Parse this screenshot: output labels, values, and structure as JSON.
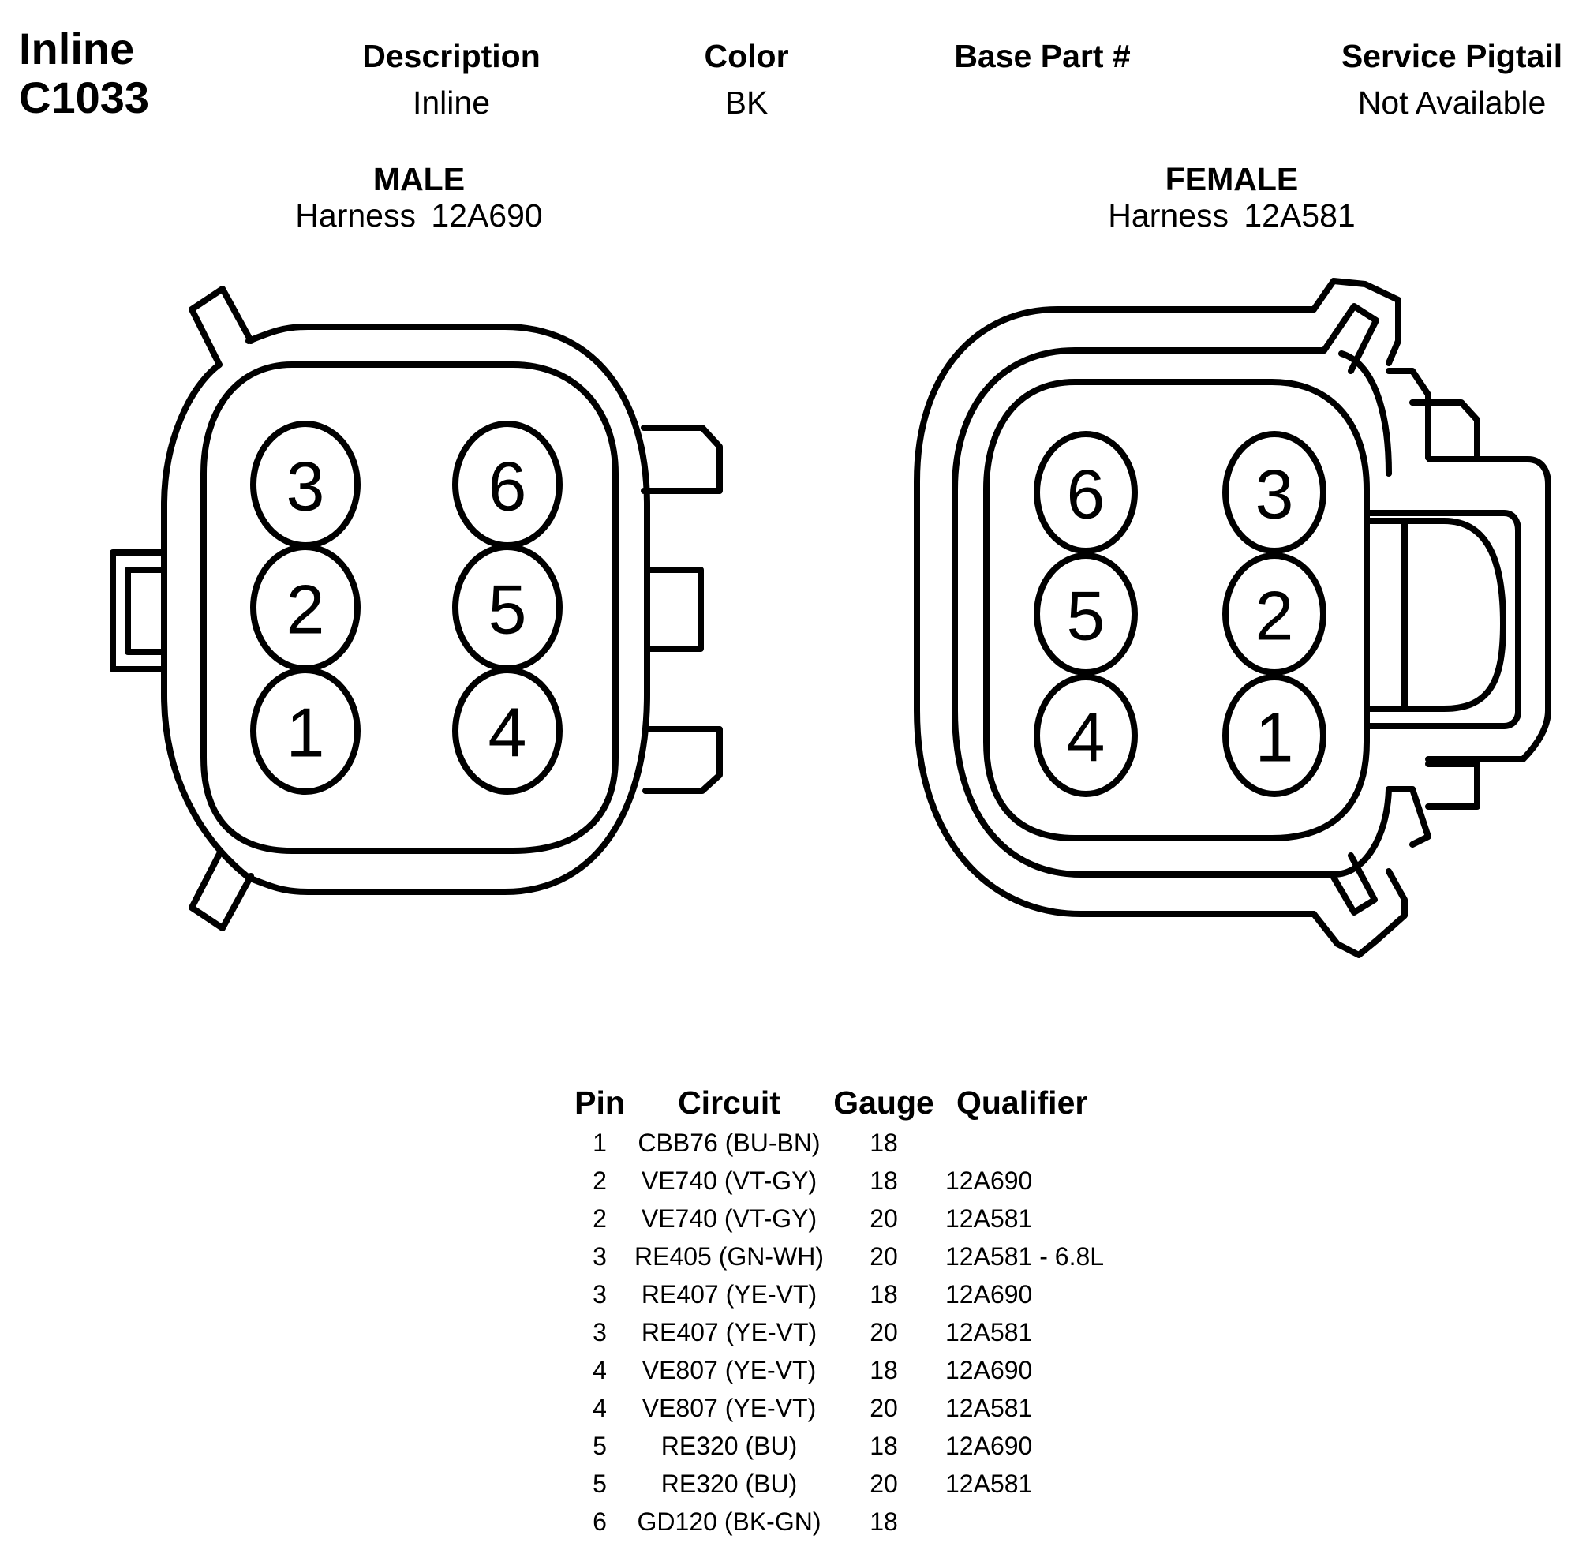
{
  "header": {
    "title_line1": "Inline",
    "title_line2": "C1033",
    "columns": [
      {
        "label": "Description",
        "value": "Inline"
      },
      {
        "label": "Color",
        "value": "BK"
      },
      {
        "label": "Base Part #",
        "value": ""
      },
      {
        "label": "Service Pigtail",
        "value": "Not Available"
      }
    ]
  },
  "male": {
    "label": "MALE",
    "harness": "Harness  12A690",
    "pins": [
      "3",
      "6",
      "2",
      "5",
      "1",
      "4"
    ]
  },
  "female": {
    "label": "FEMALE",
    "harness": "Harness  12A581",
    "pins": [
      "6",
      "3",
      "5",
      "2",
      "4",
      "1"
    ]
  },
  "table": {
    "headers": [
      "Pin",
      "Circuit",
      "Gauge",
      "Qualifier"
    ],
    "rows": [
      [
        "1",
        "CBB76 (BU-BN)",
        "18",
        ""
      ],
      [
        "2",
        "VE740 (VT-GY)",
        "18",
        "12A690"
      ],
      [
        "2",
        "VE740 (VT-GY)",
        "20",
        "12A581"
      ],
      [
        "3",
        "RE405 (GN-WH)",
        "20",
        "12A581 - 6.8L"
      ],
      [
        "3",
        "RE407 (YE-VT)",
        "18",
        "12A690"
      ],
      [
        "3",
        "RE407 (YE-VT)",
        "20",
        "12A581"
      ],
      [
        "4",
        "VE807 (YE-VT)",
        "18",
        "12A690"
      ],
      [
        "4",
        "VE807 (YE-VT)",
        "20",
        "12A581"
      ],
      [
        "5",
        "RE320 (BU)",
        "18",
        "12A690"
      ],
      [
        "5",
        "RE320 (BU)",
        "20",
        "12A581"
      ],
      [
        "6",
        "GD120 (BK-GN)",
        "18",
        ""
      ]
    ]
  }
}
